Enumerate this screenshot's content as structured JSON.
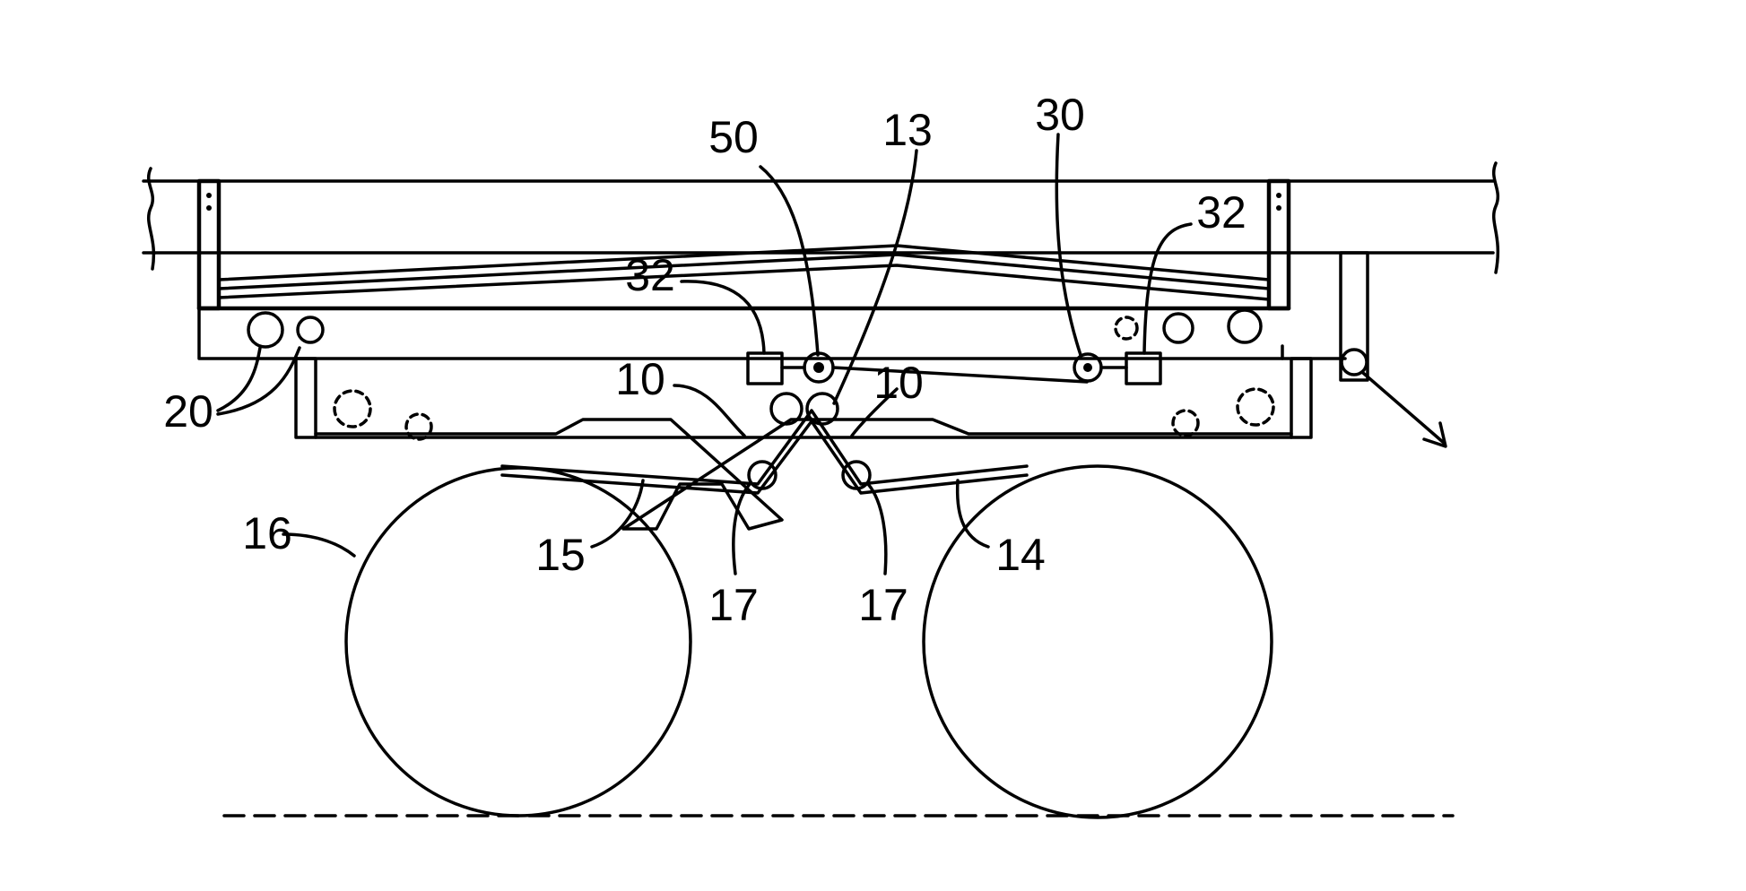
{
  "labels": {
    "ref_50": "50",
    "ref_13": "13",
    "ref_30": "30",
    "ref_32_left": "32",
    "ref_32_right": "32",
    "ref_10_left": "10",
    "ref_10_right": "10",
    "ref_20": "20",
    "ref_16": "16",
    "ref_15": "15",
    "ref_14": "14",
    "ref_17_left": "17",
    "ref_17_right": "17"
  }
}
